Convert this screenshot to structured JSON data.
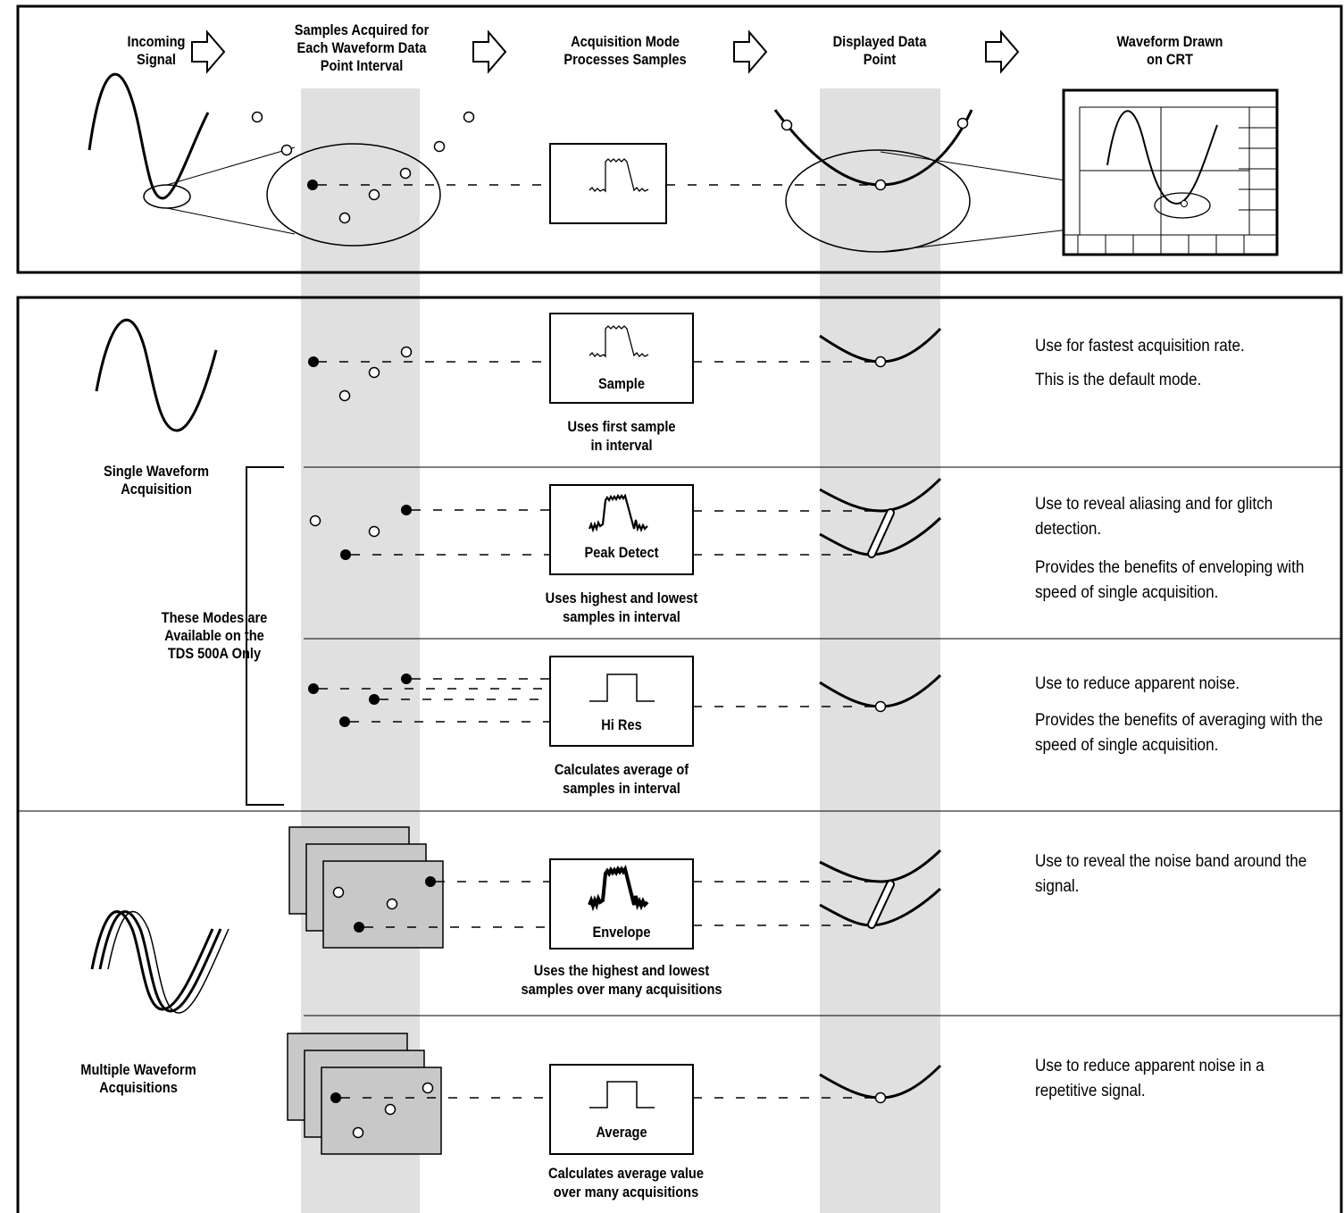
{
  "header": {
    "incoming_signal": "Incoming\nSignal",
    "samples_acquired": "Samples Acquired for\nEach Waveform Data\nPoint Interval",
    "acquisition_mode": "Acquisition Mode\nProcesses Samples",
    "displayed_point": "Displayed Data\nPoint",
    "waveform_drawn": "Waveform Drawn\non CRT"
  },
  "side": {
    "single": "Single Waveform\nAcquisition",
    "tds_only": "These Modes are\nAvailable on the\nTDS 500A Only",
    "multiple": "Multiple Waveform\nAcquisitions"
  },
  "modes": [
    {
      "label": "Sample",
      "caption": "Uses first sample\nin interval",
      "desc": [
        "Use for fastest acquisition rate.",
        "This is the default mode."
      ]
    },
    {
      "label": "Peak Detect",
      "caption": "Uses highest and lowest\nsamples in interval",
      "desc": [
        "Use to reveal aliasing and for glitch detection.",
        "Provides the benefits of enveloping with speed of single acquisition."
      ]
    },
    {
      "label": "Hi Res",
      "caption": "Calculates average of\nsamples in interval",
      "desc": [
        "Use to reduce apparent noise.",
        "Provides the benefits of averaging with the speed of single acquisition."
      ]
    },
    {
      "label": "Envelope",
      "caption": "Uses the highest and lowest\nsamples over many acquisitions",
      "desc": [
        "Use to reveal the noise band around the signal."
      ]
    },
    {
      "label": "Average",
      "caption": "Calculates average value\nover many acquisitions",
      "desc": [
        "Use to reduce apparent noise in a repetitive signal."
      ]
    }
  ],
  "colors": {
    "band_fill": "#e0e0e0",
    "frame_fill": "#c8c8c8",
    "ink": "#000000"
  }
}
